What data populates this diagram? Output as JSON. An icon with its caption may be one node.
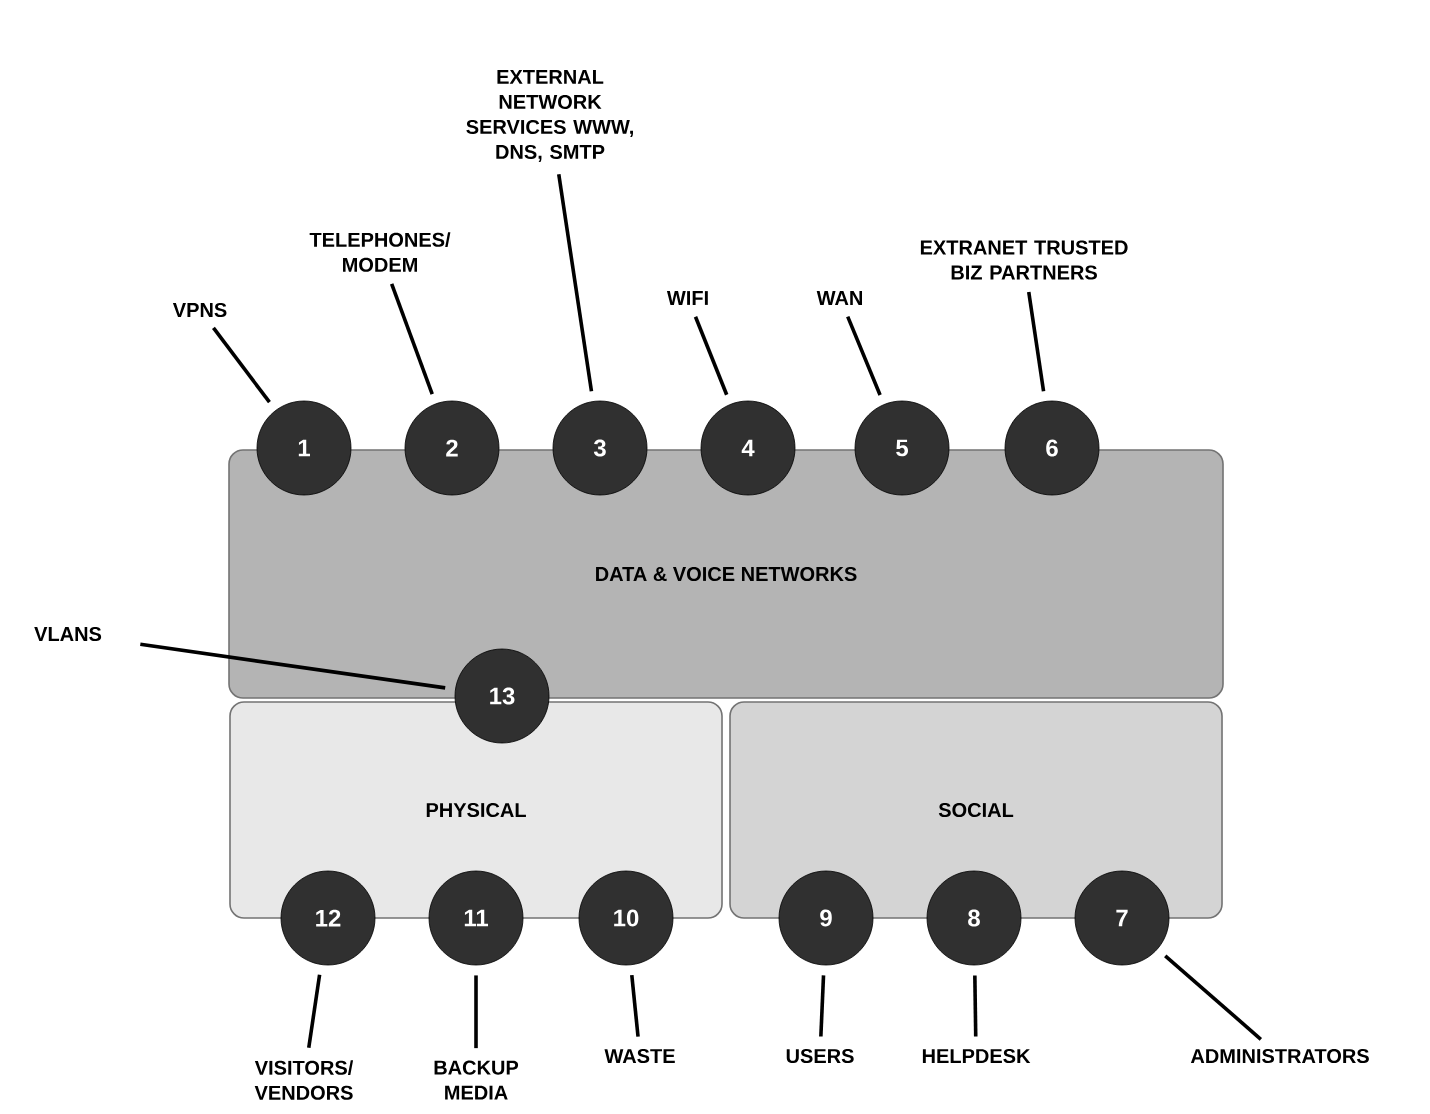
{
  "diagram": {
    "nodes": [
      {
        "text": [
          "DATA & VOICE NETWORKS"
        ]
      },
      {
        "text": [
          "PHYSICAL"
        ]
      },
      {
        "text": [
          "SOCIAL"
        ]
      },
      {
        "text": [
          "1"
        ]
      },
      {
        "text": [
          "2"
        ]
      },
      {
        "text": [
          "3"
        ]
      },
      {
        "text": [
          "4"
        ]
      },
      {
        "text": [
          "5"
        ]
      },
      {
        "text": [
          "6"
        ]
      },
      {
        "text": [
          "7"
        ]
      },
      {
        "text": [
          "8"
        ]
      },
      {
        "text": [
          "9"
        ]
      },
      {
        "text": [
          "10"
        ]
      },
      {
        "text": [
          "11"
        ]
      },
      {
        "text": [
          "12"
        ]
      },
      {
        "text": [
          "13"
        ]
      },
      {
        "text": [
          "VPNS"
        ]
      },
      {
        "text": [
          "TELEPHONES/ MODEM"
        ]
      },
      {
        "text": [
          "EXTERNAL NETWORK SERVICES WWW, DNS, SMTP"
        ]
      },
      {
        "text": [
          "WIFI"
        ]
      },
      {
        "text": [
          "WAN"
        ]
      },
      {
        "text": [
          "EXTRANET TRUSTED BIZ PARTNERS"
        ]
      },
      {
        "text": [
          "VLANS"
        ]
      },
      {
        "text": [
          "VISITORS/ VENDORS"
        ]
      },
      {
        "text": [
          "BACKUP MEDIA"
        ]
      },
      {
        "text": [
          "WASTE"
        ]
      },
      {
        "text": [
          "USERS"
        ]
      },
      {
        "text": [
          "HELPDESK"
        ]
      },
      {
        "text": [
          "ADMINISTRATORS"
        ]
      }
    ],
    "edges": [
      {
        "from": 16,
        "to": 3,
        "arrow": "none"
      },
      {
        "from": 17,
        "to": 4,
        "arrow": "none"
      },
      {
        "from": 18,
        "to": 5,
        "arrow": "none"
      },
      {
        "from": 19,
        "to": 6,
        "arrow": "none"
      },
      {
        "from": 20,
        "to": 7,
        "arrow": "none"
      },
      {
        "from": 21,
        "to": 8,
        "arrow": "none"
      },
      {
        "from": 22,
        "to": 15,
        "arrow": "none"
      },
      {
        "from": 23,
        "to": 14,
        "arrow": "none"
      },
      {
        "from": 24,
        "to": 13,
        "arrow": "none"
      },
      {
        "from": 25,
        "to": 12,
        "arrow": "none"
      },
      {
        "from": 26,
        "to": 11,
        "arrow": "none"
      },
      {
        "from": 27,
        "to": 10,
        "arrow": "none"
      },
      {
        "from": 28,
        "to": 9,
        "arrow": "none"
      }
    ]
  }
}
